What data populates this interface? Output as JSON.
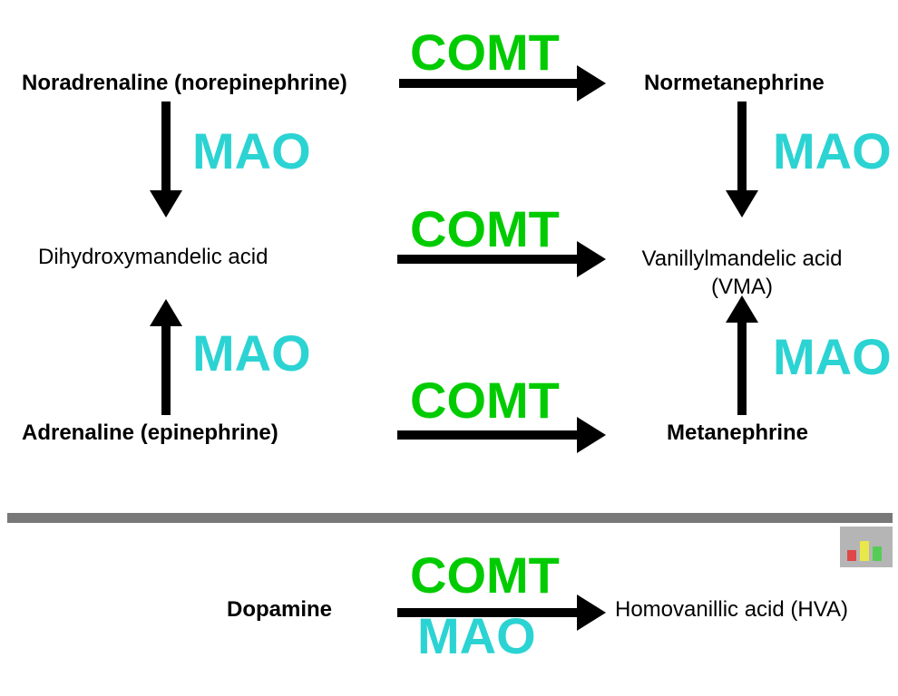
{
  "colors": {
    "comt_green": "#00CB00",
    "mao_cyan": "#2CD3D3",
    "arrow_black": "#000000",
    "divider_gray": "#787878"
  },
  "nodes": {
    "noradrenaline": "Noradrenaline (norepinephrine)",
    "normetanephrine": "Normetanephrine",
    "dihydroxymandelic_acid": "Dihydroxymandelic acid",
    "vanillylmandelic_acid": "Vanillylmandelic acid",
    "vanillylmandelic_abbr": "(VMA)",
    "adrenaline": "Adrenaline (epinephrine)",
    "metanephrine": "Metanephrine",
    "dopamine": "Dopamine",
    "homovanillic_acid": "Homovanillic acid (HVA)"
  },
  "enzymes": {
    "comt": "COMT",
    "mao": "MAO"
  }
}
